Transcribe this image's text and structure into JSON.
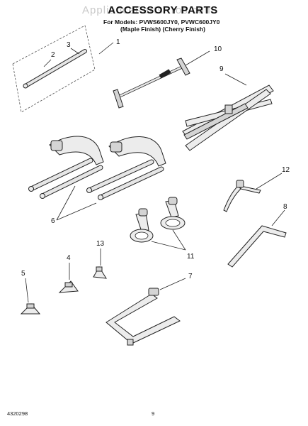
{
  "header": {
    "watermark": "AppliancePartsPros.com",
    "title": "ACCESSORY PARTS",
    "models": "For Models: PVWS600JY0, PVWC600JY0",
    "finishes": "(Maple Finish) (Cherry Finish)"
  },
  "callouts": [
    "1",
    "2",
    "3",
    "10",
    "9",
    "6",
    "12",
    "8",
    "13",
    "4",
    "5",
    "11",
    "7"
  ],
  "footer": {
    "doc_number": "4320298",
    "page_number": "9"
  }
}
